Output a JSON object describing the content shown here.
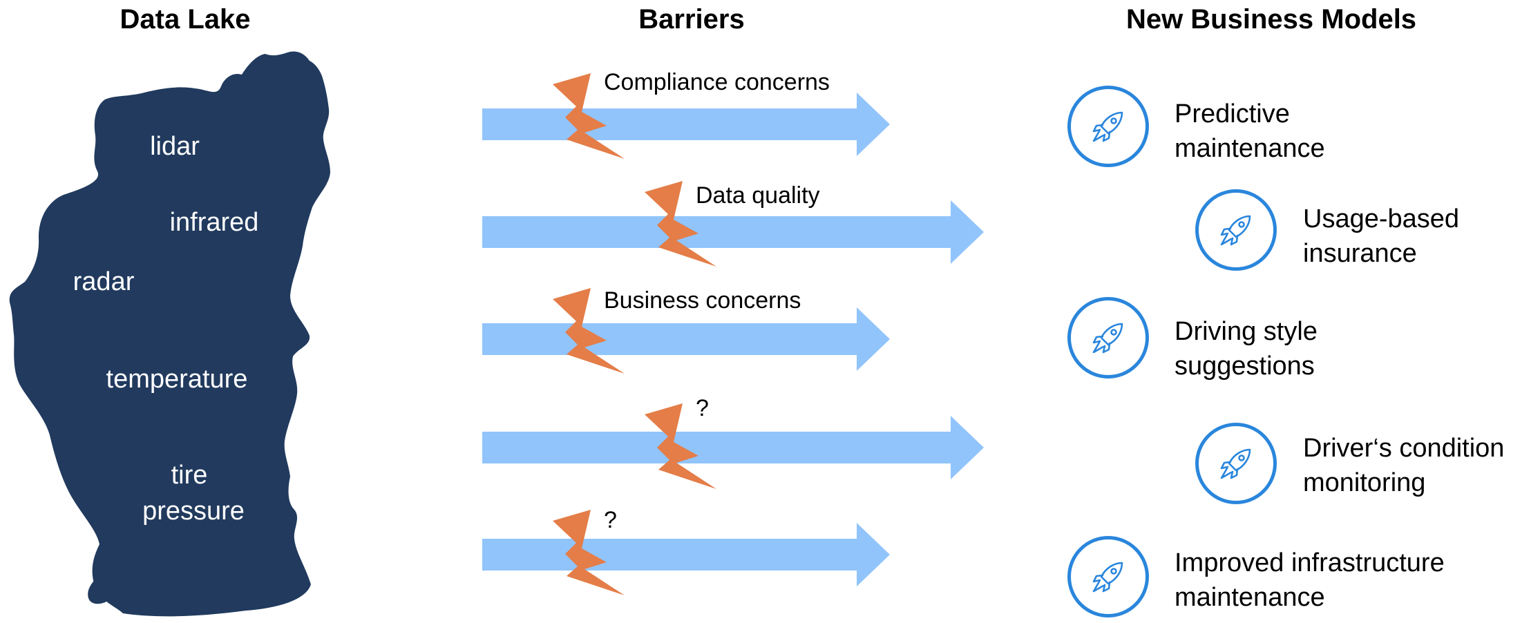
{
  "headings": {
    "data_lake": "Data Lake",
    "barriers": "Barriers",
    "new_business_models": "New Business Models"
  },
  "lake": {
    "color": "#213a5e",
    "labels": {
      "lidar": "lidar",
      "infrared": "infrared",
      "radar": "radar",
      "temperature": "temperature",
      "tire": "tire",
      "pressure": "pressure"
    }
  },
  "barriers": {
    "arrow_color": "#91c4fb",
    "bolt_color": "#e47d48",
    "items": [
      {
        "label": "Compliance concerns"
      },
      {
        "label": "Data quality"
      },
      {
        "label": "Business concerns"
      },
      {
        "label": "?"
      },
      {
        "label": "?"
      }
    ]
  },
  "models": {
    "accent_color": "#2a86dc",
    "icon": "rocket-icon",
    "items": [
      {
        "line1": "Predictive",
        "line2": "maintenance"
      },
      {
        "line1": "Usage-based",
        "line2": "insurance"
      },
      {
        "line1": "Driving style",
        "line2": "suggestions"
      },
      {
        "line1": "Driver‘s condition",
        "line2": "monitoring"
      },
      {
        "line1": "Improved infrastructure",
        "line2": "maintenance"
      }
    ]
  }
}
